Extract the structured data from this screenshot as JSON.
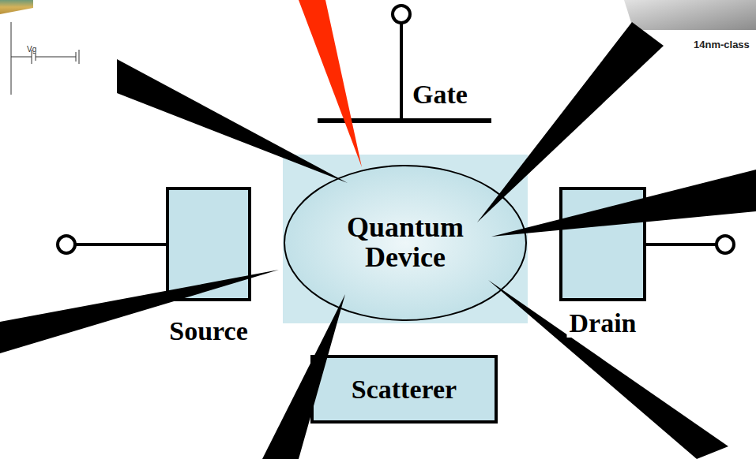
{
  "diagram": {
    "nodes": [
      {
        "text": [
          "Source"
        ]
      },
      {
        "text": [
          "Quantum Device"
        ]
      },
      {
        "text": [
          "Drain"
        ]
      },
      {
        "text": [
          "Scatterer"
        ]
      }
    ],
    "labels": [
      "Vg",
      "14nm-class",
      "Gate"
    ]
  }
}
